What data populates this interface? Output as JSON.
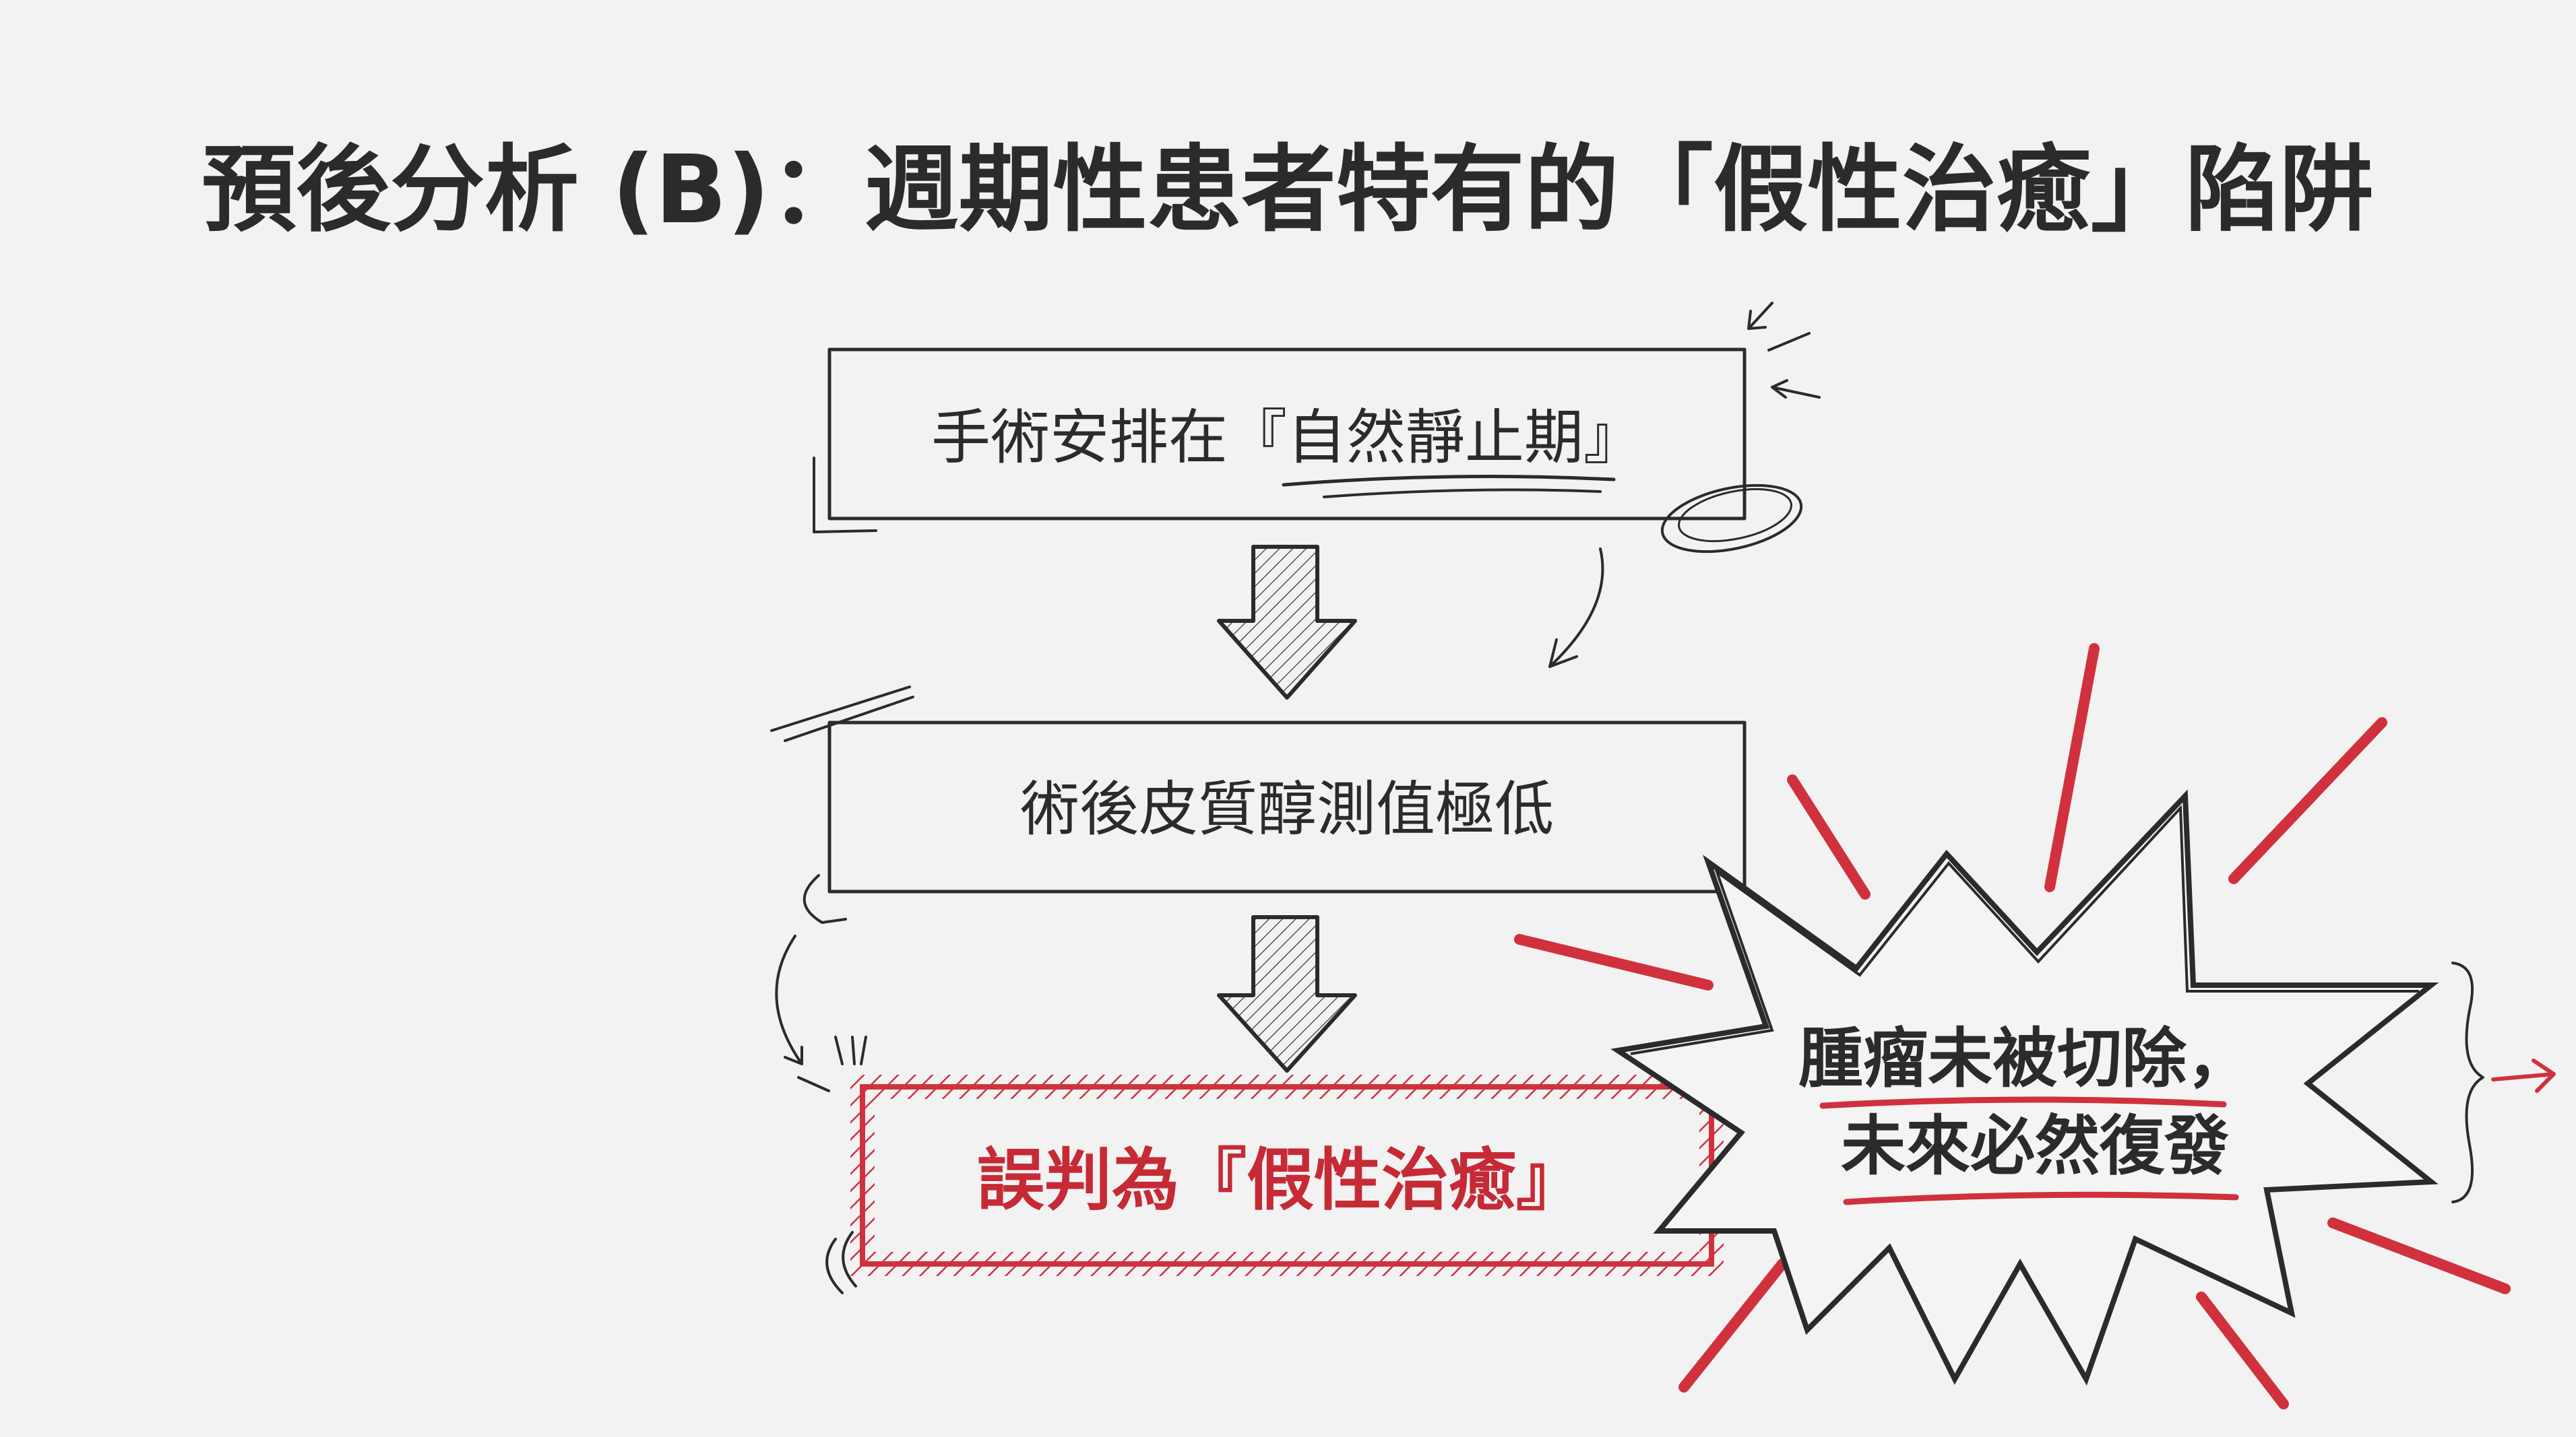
{
  "title": "預後分析 (B)：週期性患者特有的「假性治癒」陷阱",
  "flow": {
    "step1_prefix": "手術安排在『",
    "step1_highlight": "自然靜止期",
    "step1_suffix": "』",
    "step2": "術後皮質醇測值極低",
    "step3": "誤判為『假性治癒』"
  },
  "callout": {
    "line1": "腫瘤未被切除，",
    "line2": "未來必然復發"
  },
  "colors": {
    "accent_red": "#d0313d",
    "ink": "#2b2b2b",
    "background": "#f2f2f2"
  }
}
